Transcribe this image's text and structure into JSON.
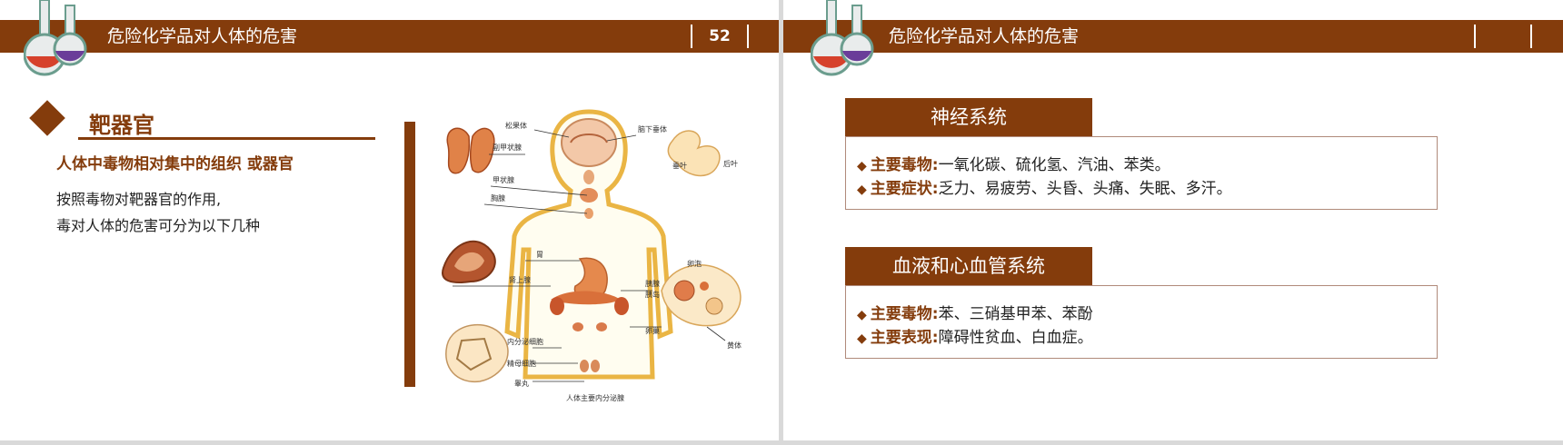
{
  "slides": [
    {
      "header_title": "危险化学品对人体的危害",
      "page_number": "52",
      "section_title": "靶器官",
      "subtitle": "人体中毒物相对集中的组织 或器官",
      "body_lines": [
        "按照毒物对靶器官的作用,",
        "毒对人体的危害可分为以下几种"
      ],
      "image": {
        "labels": [
          "松果体",
          "脑下垂体",
          "副甲状腺",
          "甲状腺",
          "胸腺",
          "垂叶",
          "后叶",
          "卵泡",
          "黄体",
          "胃",
          "肾上腺",
          "胰腺",
          "胰岛",
          "内分泌细胞",
          "精母细胞",
          "睾丸",
          "卵巢"
        ],
        "caption": "人体主要内分泌腺"
      }
    },
    {
      "header_title": "危险化学品对人体的危害",
      "page_number": "",
      "boxes": [
        {
          "title": "神经系统",
          "items": [
            {
              "label": "主要毒物:",
              "text": "一氧化碳、硫化氢、汽油、苯类。"
            },
            {
              "label": "主要症状:",
              "text": "乏力、易疲劳、头昏、头痛、失眠、多汗。"
            }
          ]
        },
        {
          "title": "血液和心血管系统",
          "items": [
            {
              "label": "主要毒物:",
              "text": "苯、三硝基甲苯、苯酚"
            },
            {
              "label": "主要表现:",
              "text": "障碍性贫血、白血症。"
            }
          ]
        }
      ]
    }
  ],
  "colors": {
    "brand": "#843c0c",
    "box_border": "#b08a7a",
    "background": "#d9d9d9"
  },
  "icons": [
    "flask-icon",
    "diamond-bullet-icon",
    "body-endocrine-illustration"
  ]
}
